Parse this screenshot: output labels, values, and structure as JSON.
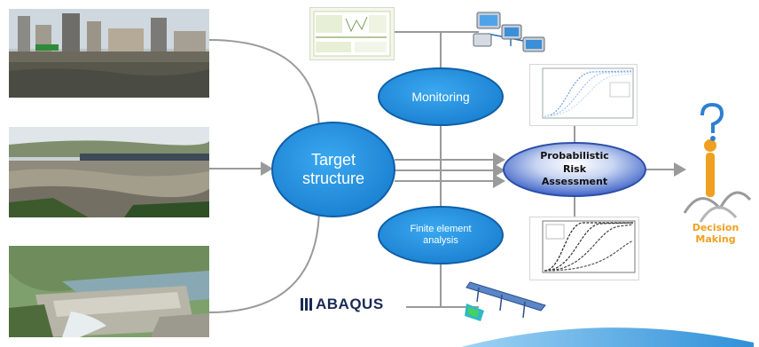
{
  "nodes": {
    "target": "Target structure",
    "monitoring": "Monitoring",
    "fea": "Finite element analysis",
    "pra_line1": "Probabilistic",
    "pra_line2": "Risk",
    "pra_line3": "Assessment",
    "decision_line1": "Decision",
    "decision_line2": "Making"
  },
  "logo": {
    "abaqus": "ABAQUS"
  },
  "colors": {
    "ellipse_fill": "#1f8fdc",
    "ellipse_border": "#0f5fa8",
    "connector": "#9a9a9a",
    "decision_text": "#f0a020",
    "pra_fill": "#3e63c8"
  }
}
